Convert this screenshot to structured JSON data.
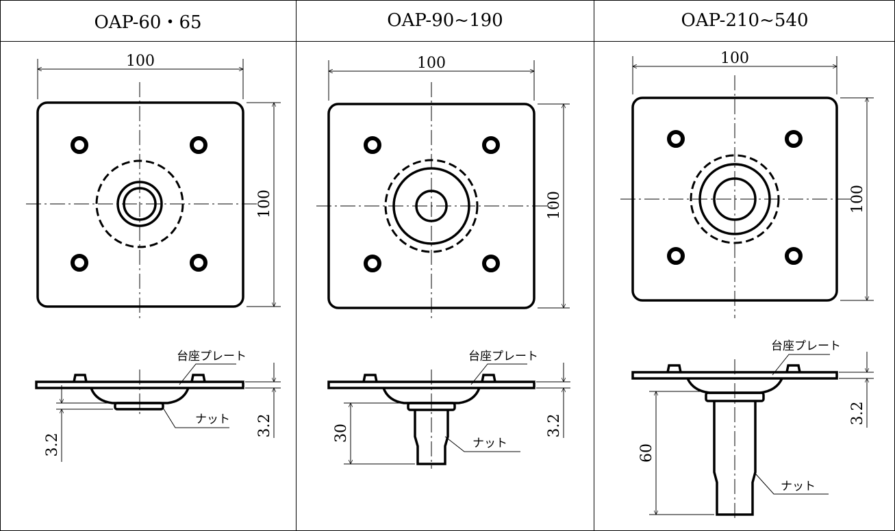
{
  "table": {
    "columns": [
      {
        "header": "OAP-60・65",
        "top_view": {
          "width_dim": "100",
          "height_dim": "100"
        },
        "side_view": {
          "plate_label": "台座プレート",
          "nut_label": "ナット",
          "plate_thickness_dim": "3.2",
          "nut_dim": "3.2"
        }
      },
      {
        "header": "OAP-90~190",
        "top_view": {
          "width_dim": "100",
          "height_dim": "100"
        },
        "side_view": {
          "plate_label": "台座プレート",
          "nut_label": "ナット",
          "plate_thickness_dim": "3.2",
          "nut_dim": "30"
        }
      },
      {
        "header": "OAP-210~540",
        "top_view": {
          "width_dim": "100",
          "height_dim": "100"
        },
        "side_view": {
          "plate_label": "台座プレート",
          "nut_label": "ナット",
          "plate_thickness_dim": "3.2",
          "nut_dim": "60"
        }
      }
    ]
  }
}
